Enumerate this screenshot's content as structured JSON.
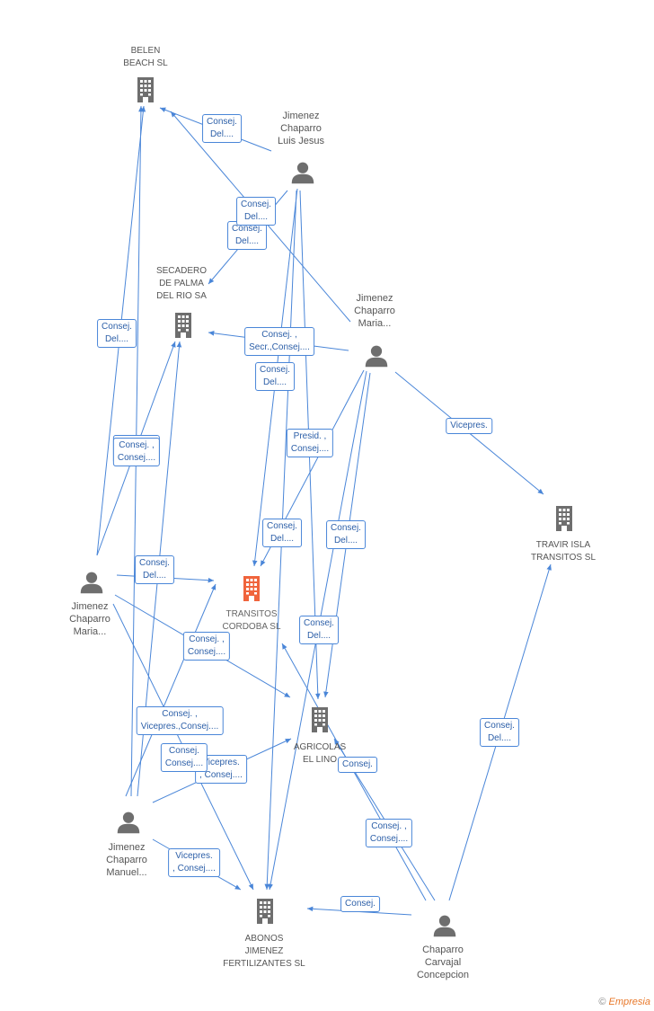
{
  "colors": {
    "edge": "#4a86d8",
    "node": "#6e6e6e",
    "focus": "#f0643c",
    "label_text": "#555555"
  },
  "nodes": [
    {
      "id": "belen",
      "kind": "company",
      "label": "BELEN\nBEACH SL",
      "focus": false
    },
    {
      "id": "secadero",
      "kind": "company",
      "label": "SECADERO\nDE PALMA\nDEL RIO SA",
      "focus": false
    },
    {
      "id": "travir",
      "kind": "company",
      "label": "TRAVIR ISLA\nTRANSITOS SL",
      "focus": false
    },
    {
      "id": "tcordoba",
      "kind": "company",
      "label": "TRANSITOS\nCORDOBA SL",
      "focus": true
    },
    {
      "id": "agricolas",
      "kind": "company",
      "label": "AGRICOLAS\nEL LINO",
      "focus": false
    },
    {
      "id": "abonos",
      "kind": "company",
      "label": "ABONOS\nJIMENEZ\nFERTILIZANTES SL",
      "focus": false
    },
    {
      "id": "p_luis",
      "kind": "person",
      "label": "Jimenez\nChaparro\nLuis Jesus",
      "focus": false
    },
    {
      "id": "p_maria1",
      "kind": "person",
      "label": "Jimenez\nChaparro\nMaria...",
      "focus": false
    },
    {
      "id": "p_maria2",
      "kind": "person",
      "label": "Jimenez\nChaparro\nMaria...",
      "focus": false
    },
    {
      "id": "p_manuel",
      "kind": "person",
      "label": "Jimenez\nChaparro\nManuel...",
      "focus": false
    },
    {
      "id": "p_concepcion",
      "kind": "person",
      "label": "Chaparro\nCarvajal\nConcepcion",
      "focus": false
    }
  ],
  "edges": [
    {
      "from": "p_luis",
      "to": "belen",
      "label": "Consej.\nDel...."
    },
    {
      "from": "p_luis",
      "to": "secadero",
      "label": "Consej.\nDel...."
    },
    {
      "from": "p_luis",
      "to": "tcordoba",
      "label": "Consej.\nDel...."
    },
    {
      "from": "p_luis",
      "to": "agricolas",
      "label": "Consej.\nDel...."
    },
    {
      "from": "p_luis",
      "to": "abonos",
      "label": "Consej.\nDel...."
    },
    {
      "from": "p_maria1",
      "to": "belen",
      "label": "Consej.\nDel...."
    },
    {
      "from": "p_maria1",
      "to": "secadero",
      "label": "Consej. ,\nSecr.,Consej...."
    },
    {
      "from": "p_maria1",
      "to": "travir",
      "label": "Vicepres."
    },
    {
      "from": "p_maria1",
      "to": "tcordoba",
      "label": "Presid. ,\nConsej...."
    },
    {
      "from": "p_maria1",
      "to": "agricolas",
      "label": "Consej.\nDel...."
    },
    {
      "from": "p_maria1",
      "to": "abonos",
      "label": "Consej.\nDel...."
    },
    {
      "from": "p_maria2",
      "to": "belen",
      "label": "Consej. ,\nConsej...."
    },
    {
      "from": "p_maria2",
      "to": "secadero",
      "label": "Consej. ,\nConsej...."
    },
    {
      "from": "p_maria2",
      "to": "tcordoba",
      "label": "Consej.\nDel...."
    },
    {
      "from": "p_maria2",
      "to": "agricolas",
      "label": "Consej. ,\nConsej...."
    },
    {
      "from": "p_maria2",
      "to": "abonos",
      "label": "Consej. ,\nVicepres.,Consej...."
    },
    {
      "from": "p_manuel",
      "to": "belen",
      "label": ""
    },
    {
      "from": "p_manuel",
      "to": "secadero",
      "label": ""
    },
    {
      "from": "p_manuel",
      "to": "agricolas",
      "label": "Vicepres.\n, Consej...."
    },
    {
      "from": "p_manuel",
      "to": "abonos",
      "label": "Vicepres.\n, Consej...."
    },
    {
      "from": "p_manuel",
      "to": "tcordoba",
      "label": "Consej.\nConsej...."
    },
    {
      "from": "p_concepcion",
      "to": "agricolas",
      "label": "Consej."
    },
    {
      "from": "p_concepcion",
      "to": "travir",
      "label": "Consej.\nDel...."
    },
    {
      "from": "p_concepcion",
      "to": "abonos",
      "label": "Consej."
    },
    {
      "from": "p_concepcion",
      "to": "tcordoba",
      "label": "Consej. ,\nConsej...."
    }
  ],
  "footer": {
    "copyright_symbol": "©",
    "brand": "Empresia"
  }
}
